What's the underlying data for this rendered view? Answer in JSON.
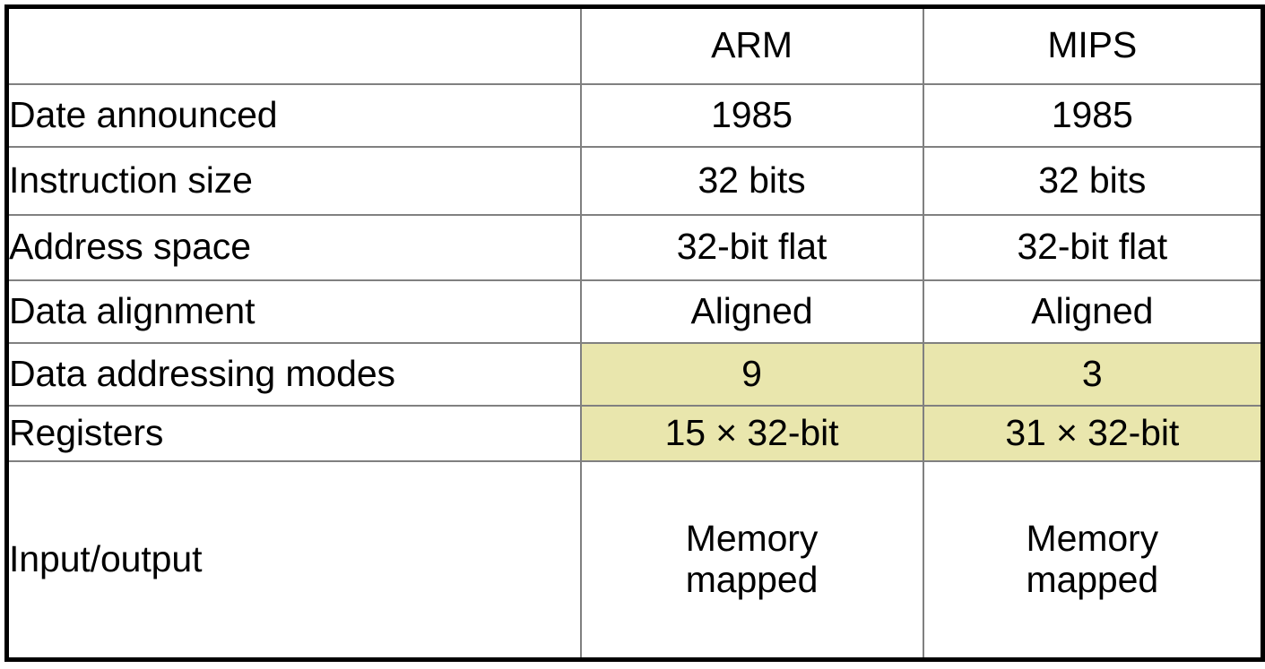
{
  "table": {
    "columns": [
      "",
      "ARM",
      "MIPS"
    ],
    "highlight_color": "#e9e6ad",
    "border_color": "#000000",
    "rows": [
      {
        "label": "Date announced",
        "arm": "1985",
        "mips": "1985",
        "highlighted": false
      },
      {
        "label": "Instruction size",
        "arm": "32 bits",
        "mips": "32 bits",
        "highlighted": false
      },
      {
        "label": "Address space",
        "arm": "32-bit flat",
        "mips": "32-bit flat",
        "highlighted": false
      },
      {
        "label": "Data alignment",
        "arm": "Aligned",
        "mips": "Aligned",
        "highlighted": false
      },
      {
        "label": "Data addressing modes",
        "arm": "9",
        "mips": "3",
        "highlighted": true
      },
      {
        "label": "Registers",
        "arm": "15 × 32-bit",
        "mips": "31 × 32-bit",
        "highlighted": true
      },
      {
        "label": "Input/output",
        "arm_line1": "Memory",
        "arm_line2": "mapped",
        "mips_line1": "Memory",
        "mips_line2": "mapped",
        "highlighted": false
      }
    ]
  }
}
